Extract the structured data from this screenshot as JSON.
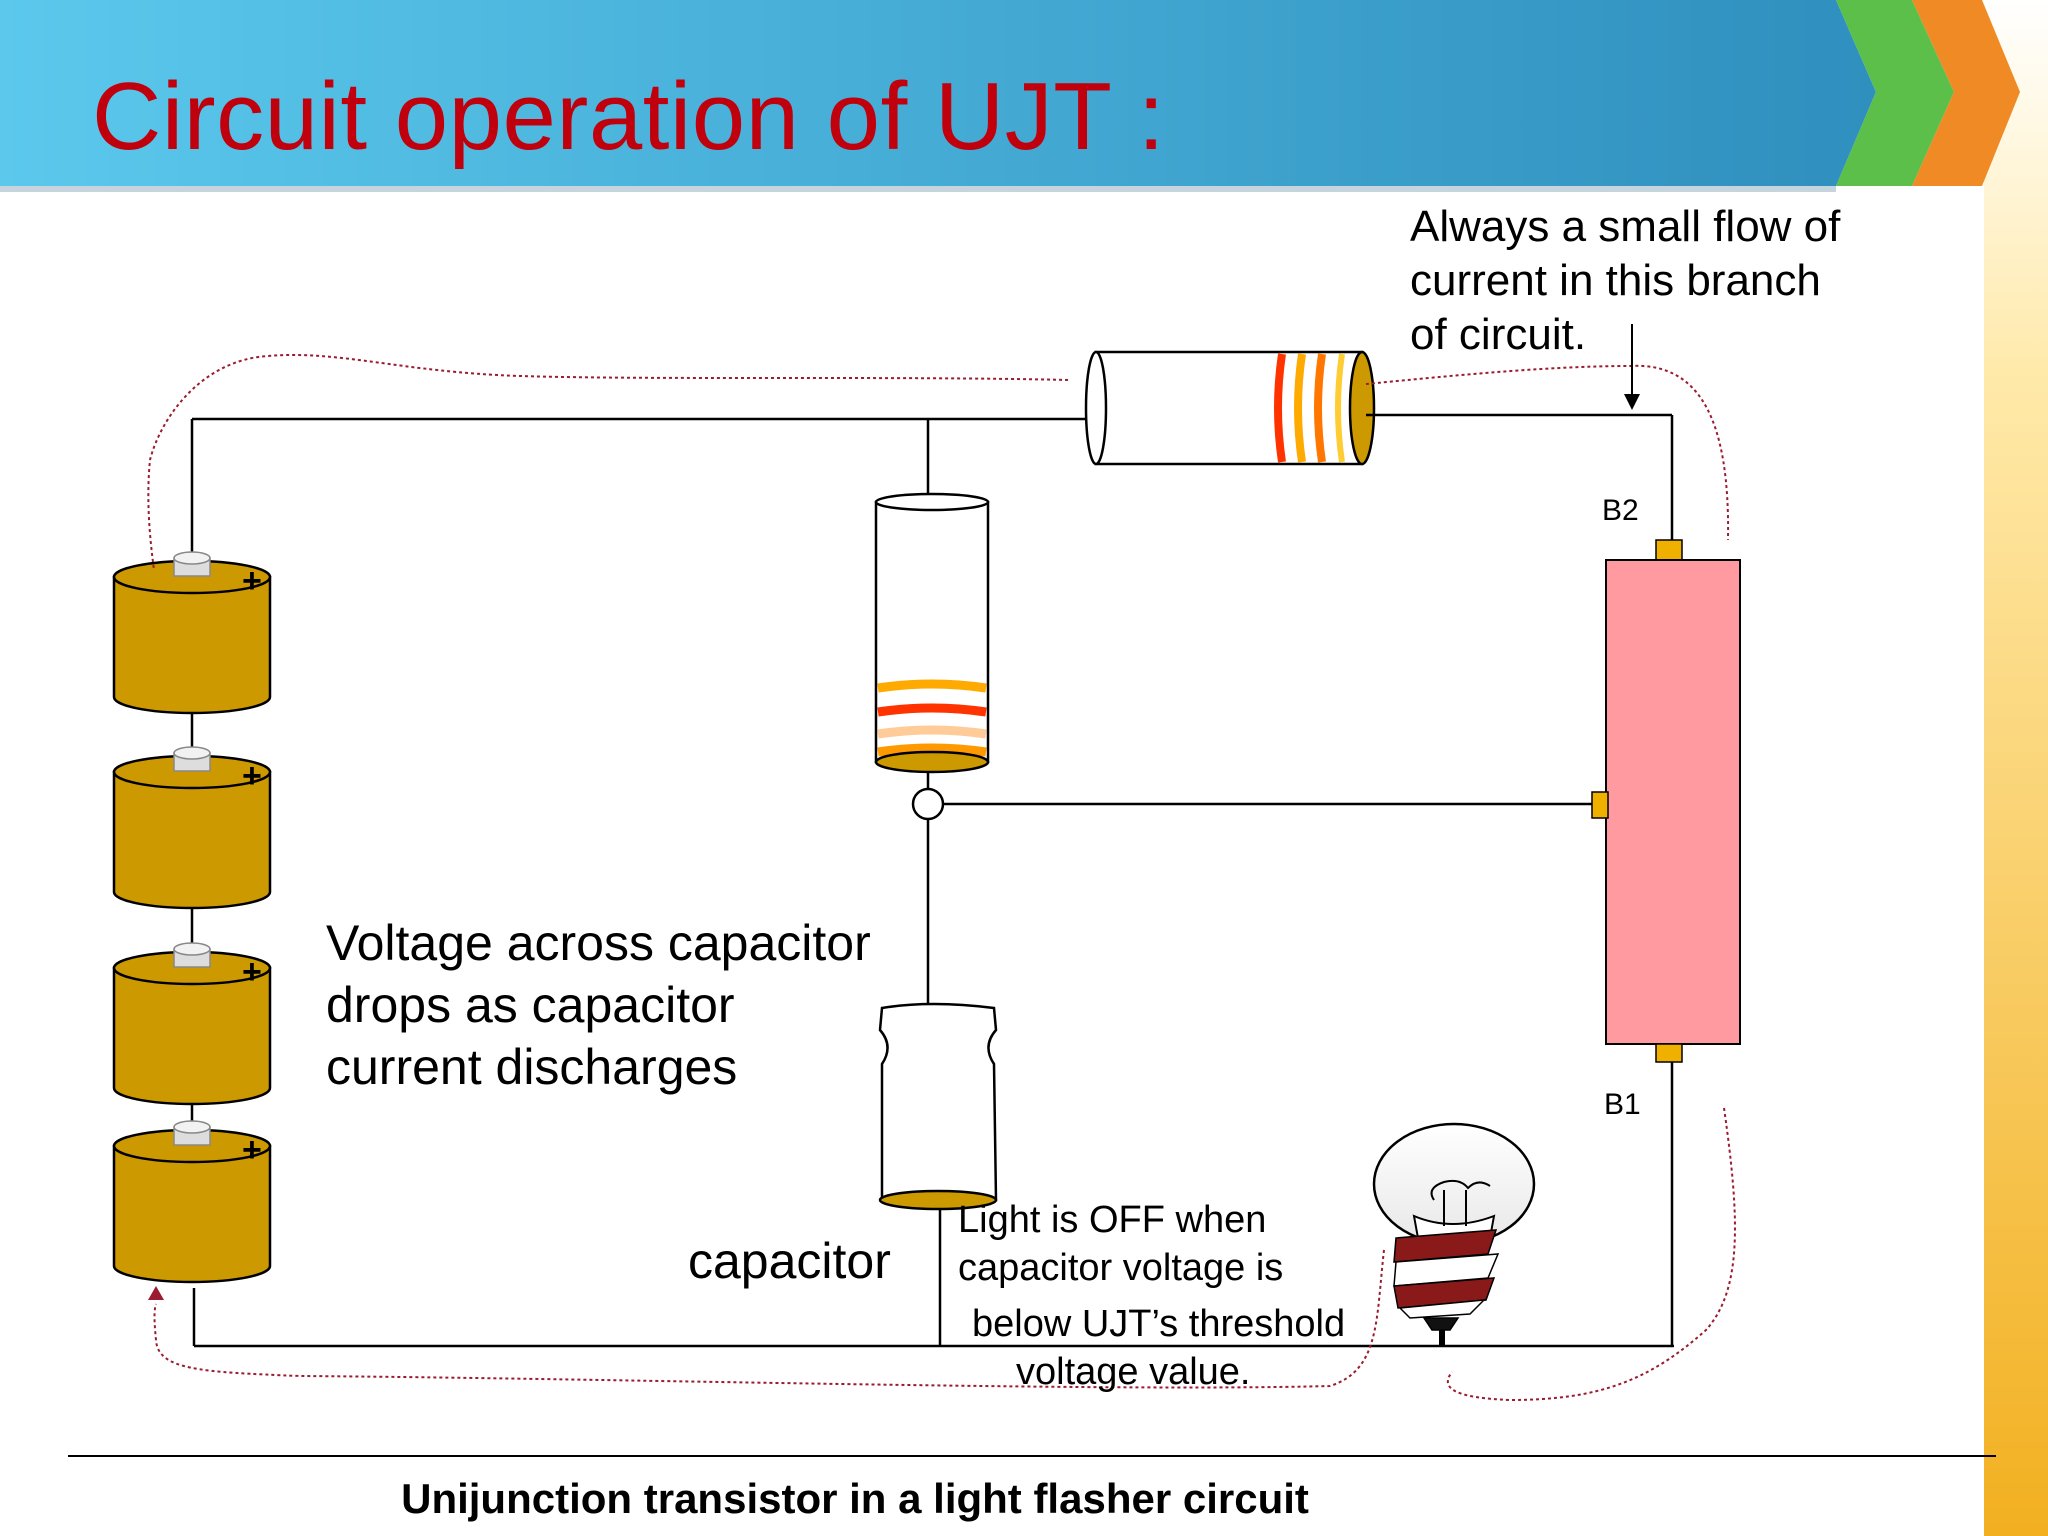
{
  "slide": {
    "title": "Circuit operation of UJT :",
    "caption": "Unijunction transistor in a light flasher circuit"
  },
  "annotations": {
    "current_note": [
      "Always a small flow of",
      "current in this branch",
      "of circuit."
    ],
    "voltage_note": [
      "Voltage across capacitor",
      "drops as capacitor",
      "current discharges"
    ],
    "capacitor_label": "capacitor",
    "light_note": [
      "Light is OFF when",
      "capacitor voltage is",
      "below UJT’s threshold",
      "voltage value."
    ]
  },
  "ujt": {
    "b2_label": "B2",
    "b1_label": "B1",
    "body_color": "#ff9aa0"
  },
  "battery": {
    "cell_count": 4,
    "polarity_symbol": "+",
    "cell_color": "#cc9900"
  },
  "resistor_bands": {
    "top_resistor": [
      "#ff3300",
      "#ffaa00",
      "#ff7700",
      "#ffcc33"
    ],
    "vertical_resistor": [
      "#ffaa00",
      "#ff3300",
      "#ffcc99",
      "#ff9900"
    ]
  },
  "colors": {
    "title": "#c0000c",
    "header_band": "#3aa6d6",
    "current_path": "#9b1b30",
    "right_stripe": "#f2b020"
  },
  "icons": [
    "battery-cell-icon",
    "resistor-icon",
    "capacitor-icon",
    "ujt-icon",
    "light-bulb-icon"
  ]
}
